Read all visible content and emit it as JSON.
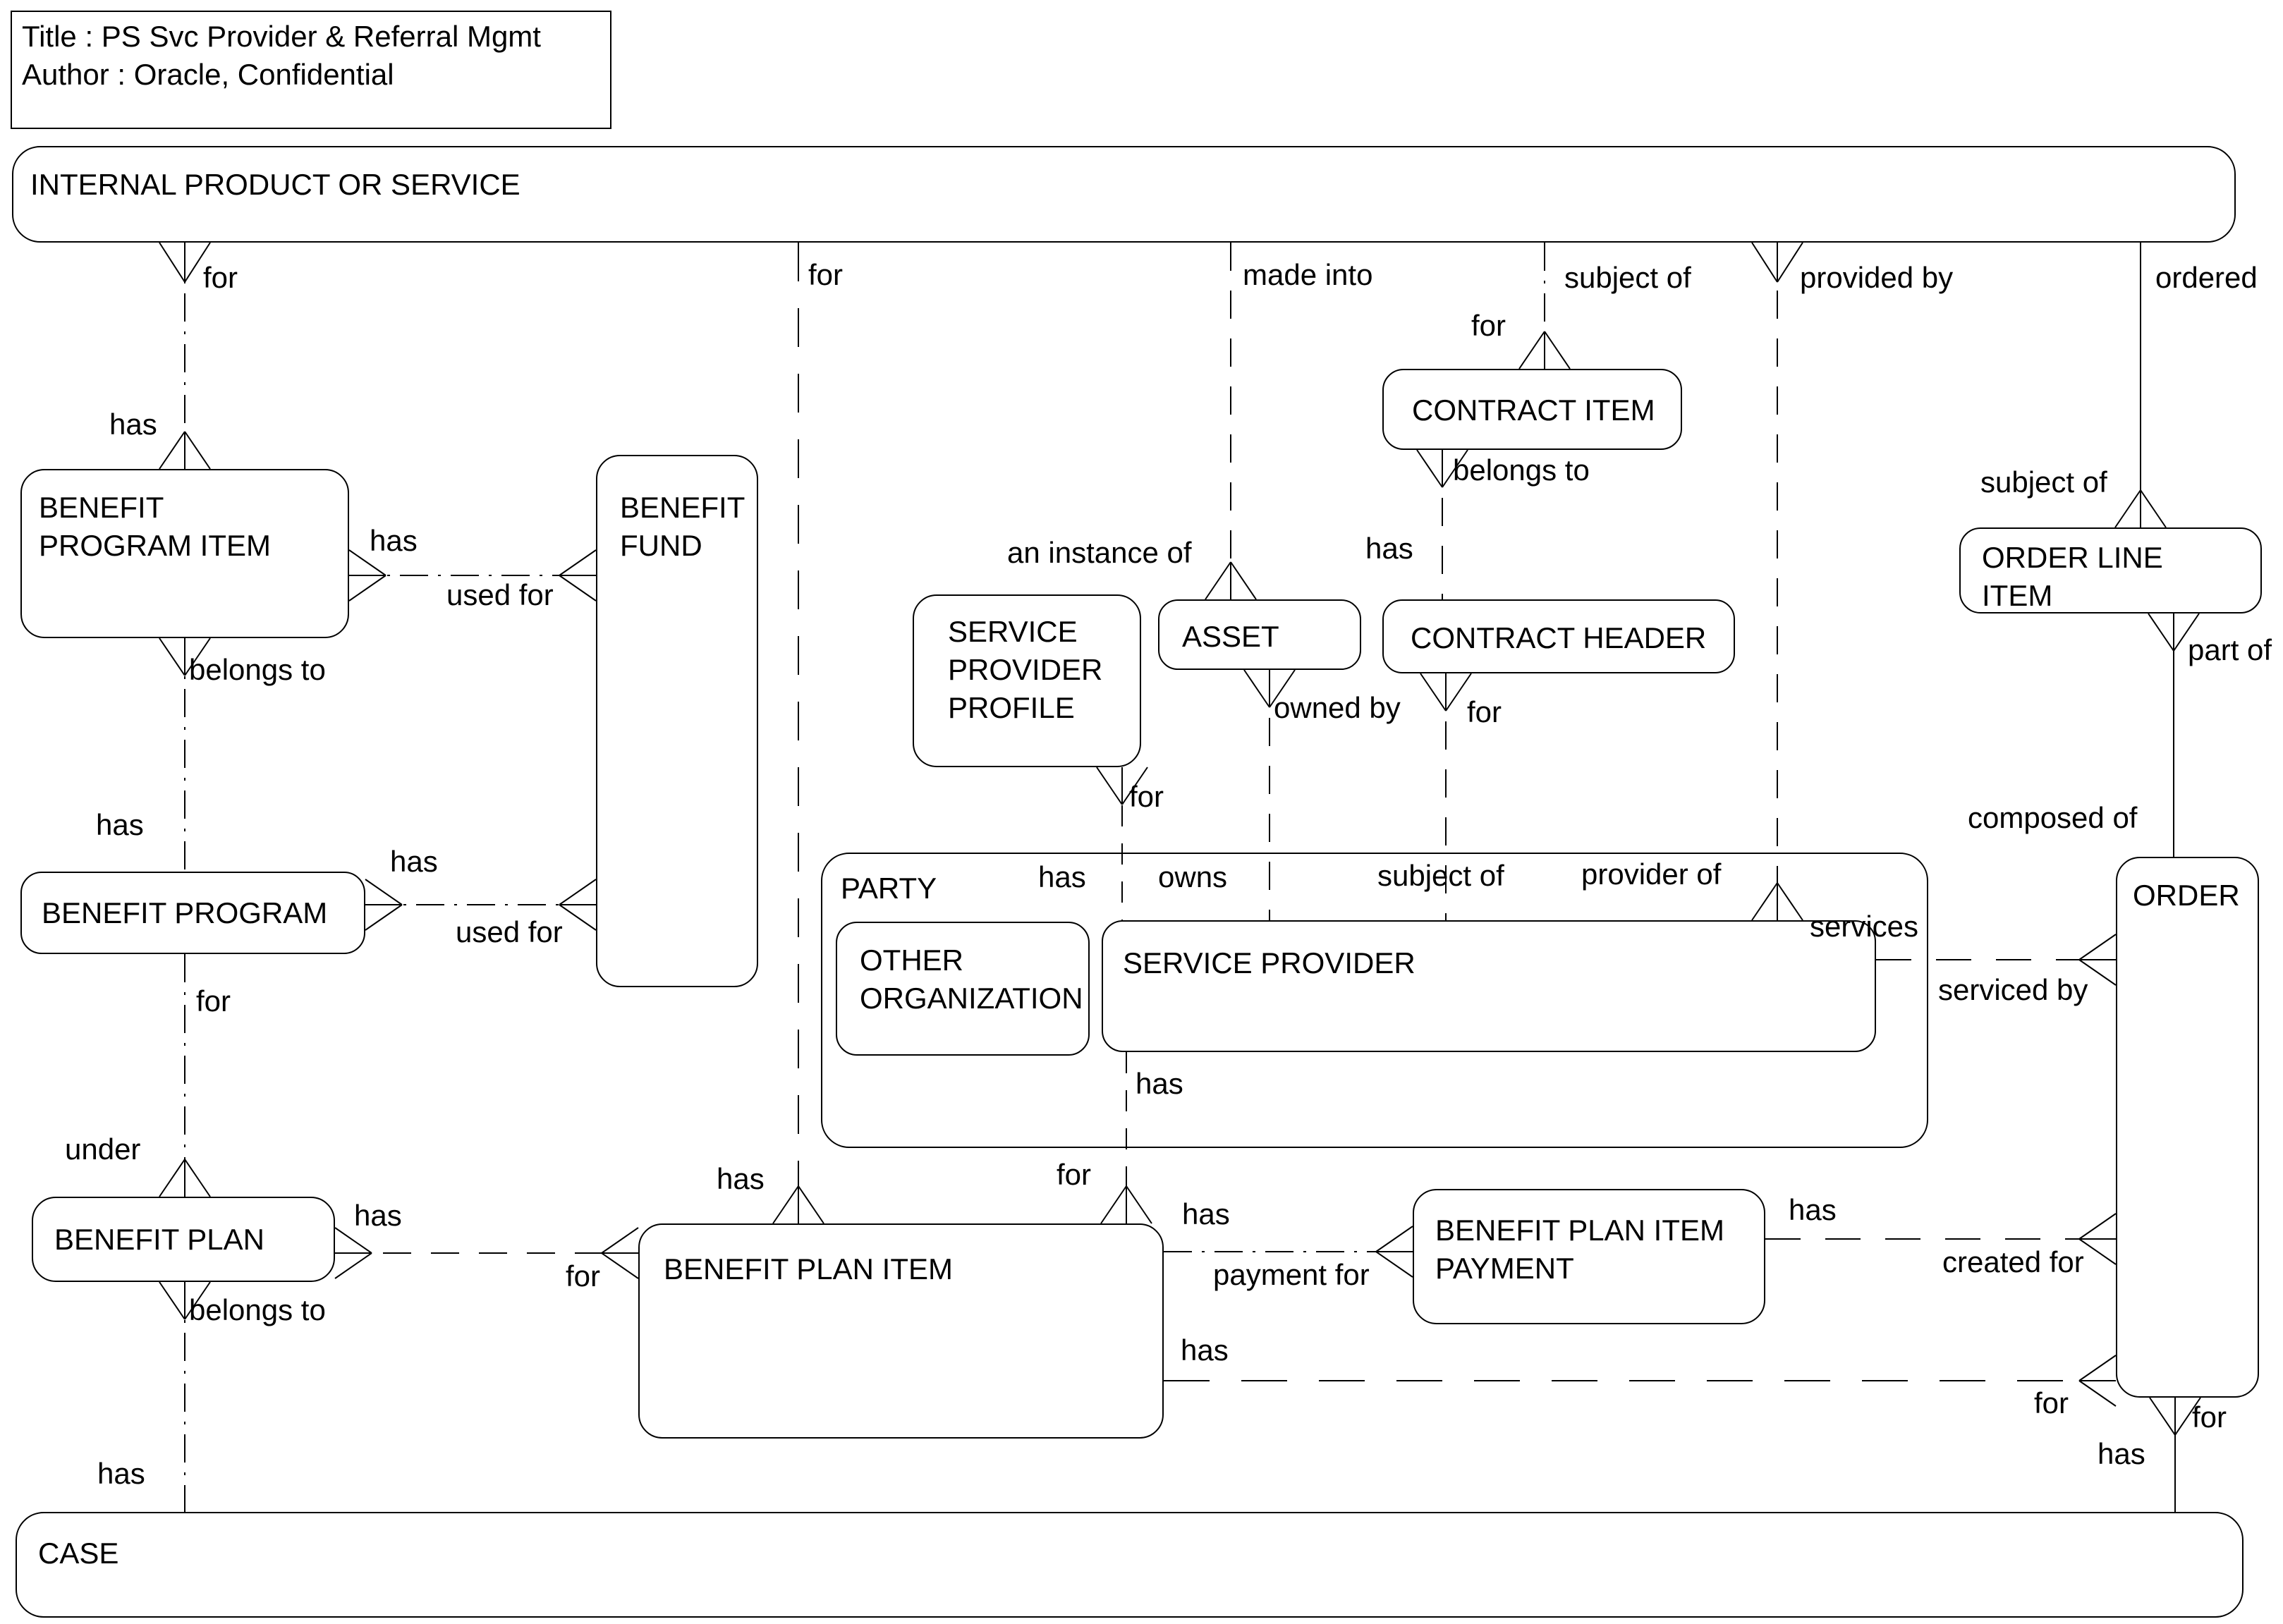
{
  "diagram_type": "entity-relationship-diagram",
  "colors": {
    "line": "#000000",
    "background": "#ffffff",
    "text": "#000000"
  },
  "title_block": {
    "line1": "Title : PS Svc Provider & Referral Mgmt",
    "line2": "Author : Oracle, Confidential"
  },
  "entities": {
    "ips": {
      "label": "INTERNAL PRODUCT OR SERVICE"
    },
    "bpi": {
      "label": "BENEFIT\nPROGRAM ITEM"
    },
    "bfund": {
      "label": "BENEFIT\nFUND"
    },
    "citem": {
      "label": "CONTRACT ITEM"
    },
    "spp": {
      "label": "SERVICE\nPROVIDER\nPROFILE"
    },
    "asset": {
      "label": "ASSET"
    },
    "chead": {
      "label": "CONTRACT HEADER"
    },
    "oli": {
      "label": "ORDER LINE\nITEM"
    },
    "party": {
      "label": "PARTY"
    },
    "oorg": {
      "label": "OTHER\nORGANIZATION"
    },
    "sprov": {
      "label": "SERVICE PROVIDER"
    },
    "order": {
      "label": "ORDER"
    },
    "bprog": {
      "label": "BENEFIT PROGRAM"
    },
    "bplan": {
      "label": "BENEFIT PLAN"
    },
    "bpitem": {
      "label": "BENEFIT PLAN ITEM"
    },
    "bpipay": {
      "label": "BENEFIT PLAN ITEM\nPAYMENT"
    },
    "case": {
      "label": "CASE"
    }
  },
  "relationship_labels": [
    {
      "text": "for"
    },
    {
      "text": "for"
    },
    {
      "text": "made into"
    },
    {
      "text": "subject of"
    },
    {
      "text": "provided by"
    },
    {
      "text": "ordered"
    },
    {
      "text": "for"
    },
    {
      "text": "has"
    },
    {
      "text": "belongs to"
    },
    {
      "text": "has"
    },
    {
      "text": "used for"
    },
    {
      "text": "an instance of"
    },
    {
      "text": "has"
    },
    {
      "text": "subject of"
    },
    {
      "text": "owned by"
    },
    {
      "text": "for"
    },
    {
      "text": "part of"
    },
    {
      "text": "belongs to"
    },
    {
      "text": "has"
    },
    {
      "text": "has"
    },
    {
      "text": "used for"
    },
    {
      "text": "for"
    },
    {
      "text": "for"
    },
    {
      "text": "composed of"
    },
    {
      "text": "has"
    },
    {
      "text": "owns"
    },
    {
      "text": "subject of"
    },
    {
      "text": "provider of"
    },
    {
      "text": "services"
    },
    {
      "text": "serviced by"
    },
    {
      "text": "has"
    },
    {
      "text": "under"
    },
    {
      "text": "has"
    },
    {
      "text": "for"
    },
    {
      "text": "has"
    },
    {
      "text": "for"
    },
    {
      "text": "has"
    },
    {
      "text": "payment for"
    },
    {
      "text": "has"
    },
    {
      "text": "created for"
    },
    {
      "text": "has"
    },
    {
      "text": "belongs to"
    },
    {
      "text": "for"
    },
    {
      "text": "for"
    },
    {
      "text": "has"
    },
    {
      "text": "has"
    }
  ]
}
